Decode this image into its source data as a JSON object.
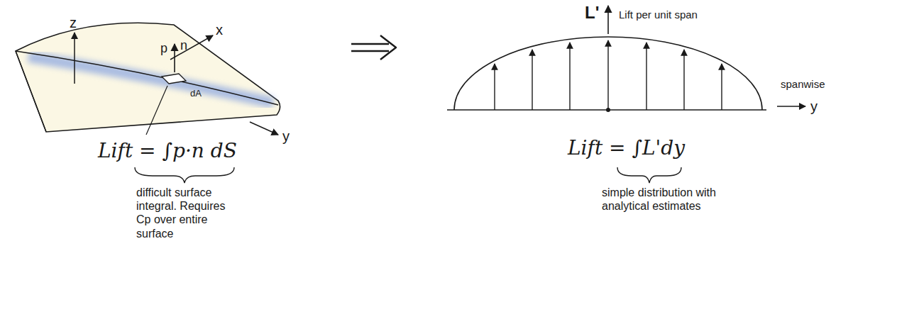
{
  "diagram": {
    "labels": [
      "z",
      "x",
      "y",
      "p",
      "n",
      "dA",
      "Lift = ∫p·n dS",
      "difficult surface integral. Requires Cp over entire surface",
      "L'",
      "Lift per unit span",
      "spanwise",
      "y",
      "Lift = ∫L'dy",
      "simple distribution with analytical estimates"
    ]
  }
}
